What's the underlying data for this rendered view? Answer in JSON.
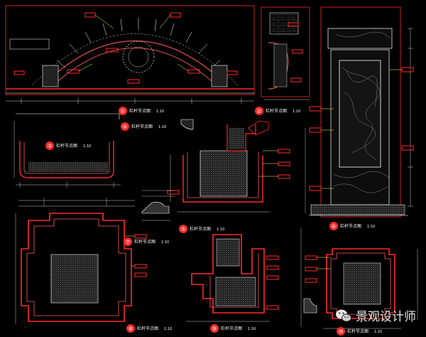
{
  "colors": {
    "background": "#000000",
    "outline": "#ff2a2a",
    "dimension": "#ffffff",
    "leader": "#ffff33",
    "hatch": "#9a9a9a",
    "arc": "#e05050"
  },
  "details": [
    {
      "id": "ref-1",
      "num": "①",
      "title": "栏杆节点图",
      "scale": "1:10"
    },
    {
      "id": "ref-2",
      "num": "②",
      "title": "栏杆节点图",
      "scale": "1:10"
    },
    {
      "id": "ref-3",
      "num": "③",
      "title": "栏杆节点图",
      "scale": "1:10"
    },
    {
      "id": "ref-4",
      "num": "④",
      "title": "栏杆节点图",
      "scale": "1:10"
    },
    {
      "id": "ref-5",
      "num": "⑤",
      "title": "栏杆节点图",
      "scale": "1:10"
    },
    {
      "id": "ref-6",
      "num": "⑥",
      "title": "栏杆节点图",
      "scale": "1:10"
    },
    {
      "id": "ref-7",
      "num": "⑦",
      "title": "栏杆节点图",
      "scale": "1:10"
    },
    {
      "id": "ref-8",
      "num": "⑧",
      "title": "栏杆节点图",
      "scale": "1:10"
    },
    {
      "id": "ref-9",
      "num": "⑨",
      "title": "栏杆节点图",
      "scale": "1:10"
    },
    {
      "id": "ref-10",
      "num": "⑩",
      "title": "栏杆节点图",
      "scale": "1:10"
    }
  ],
  "watermark": {
    "text": "景观设计师"
  }
}
